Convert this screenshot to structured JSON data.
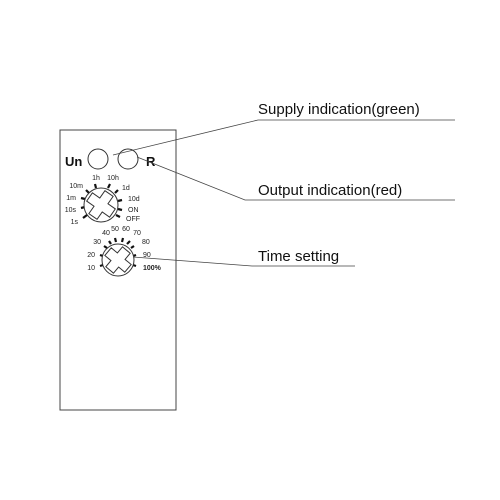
{
  "device": {
    "leds": {
      "supply_label": "Un",
      "output_label": "R"
    },
    "range_dial": {
      "labels": [
        "1s",
        "10s",
        "1m",
        "10m",
        "1h",
        "10h",
        "1d",
        "10d",
        "ON",
        "OFF"
      ]
    },
    "time_dial": {
      "labels": [
        "10",
        "20",
        "30",
        "40",
        "50",
        "60",
        "70",
        "80",
        "90",
        "100%"
      ]
    }
  },
  "callouts": {
    "supply": "Supply indication(green)",
    "output": "Output indication(red)",
    "time": "Time setting"
  }
}
